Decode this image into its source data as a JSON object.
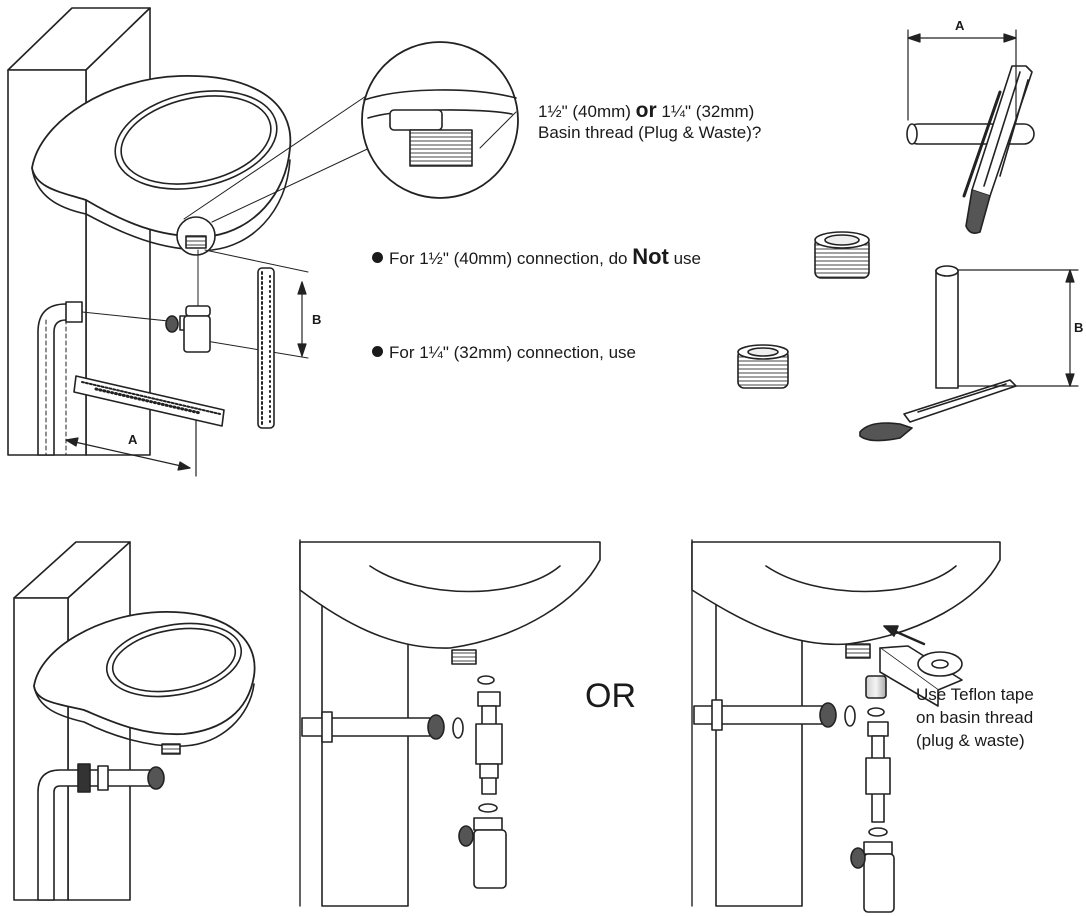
{
  "question": {
    "size_40": "1½\" (40mm) ",
    "or_word": "or",
    "size_32": " 1¼\" (32mm)",
    "line2": "Basin thread (Plug & Waste)?"
  },
  "notes": {
    "n1_pre": "For 1½\"  (40mm) connection, do ",
    "n1_not": "Not",
    "n1_post": " use",
    "n2": "For 1¼\" (32mm) connection, use"
  },
  "or_label": "OR",
  "tape_note": {
    "l1": "Use Teflon tape",
    "l2": "on basin thread",
    "l3": "(plug & waste)"
  },
  "dims": {
    "a": "A",
    "b": "B"
  },
  "icons": [
    "basin-icon",
    "wall-block-icon",
    "bottle-trap-icon",
    "tape-measure-icon",
    "pipe-cutter-icon",
    "thread-adapter-icon",
    "teflon-tape-icon"
  ]
}
